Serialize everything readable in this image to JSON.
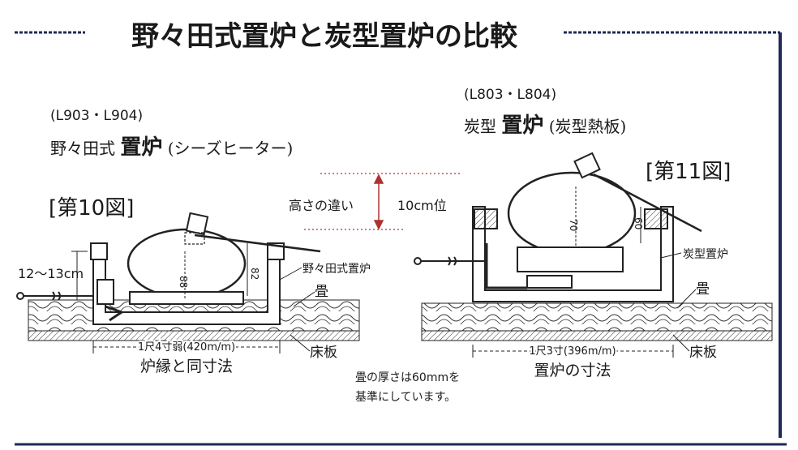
{
  "title": "野々田式置炉と炭型置炉の比較",
  "colors": {
    "frame": "#1e2a55",
    "line": "#222222",
    "guide": "#b03030",
    "paper": "#ffffff"
  },
  "left": {
    "model": "(L903・L904)",
    "name_prefix": "野々田式",
    "name_main": "置炉",
    "name_suffix": "(シーズヒーター)",
    "figure": "[第10図]",
    "dim_height": "12～13cm",
    "dim_inner_top": "88",
    "dim_inner_side": "82",
    "unit_label": "野々田式置炉",
    "tatami": "畳",
    "floor": "床板",
    "width_dim": "1尺4寸弱(420m/m)",
    "caption": "炉縁と同寸法"
  },
  "middle": {
    "height_diff": "高さの違い",
    "height_value": "10cm位",
    "note_line1": "畳の厚さは60mmを",
    "note_line2": "基準にしています。"
  },
  "right": {
    "model": "(L803・L804)",
    "name_prefix": "炭型",
    "name_main": "置炉",
    "name_suffix": "(炭型熱板)",
    "figure": "[第11図]",
    "dim_inner_top": "70",
    "dim_inner_side": "60",
    "unit_label": "炭型置炉",
    "tatami": "畳",
    "floor": "床板",
    "width_dim": "1尺3寸(396m/m)",
    "caption": "置炉の寸法"
  }
}
